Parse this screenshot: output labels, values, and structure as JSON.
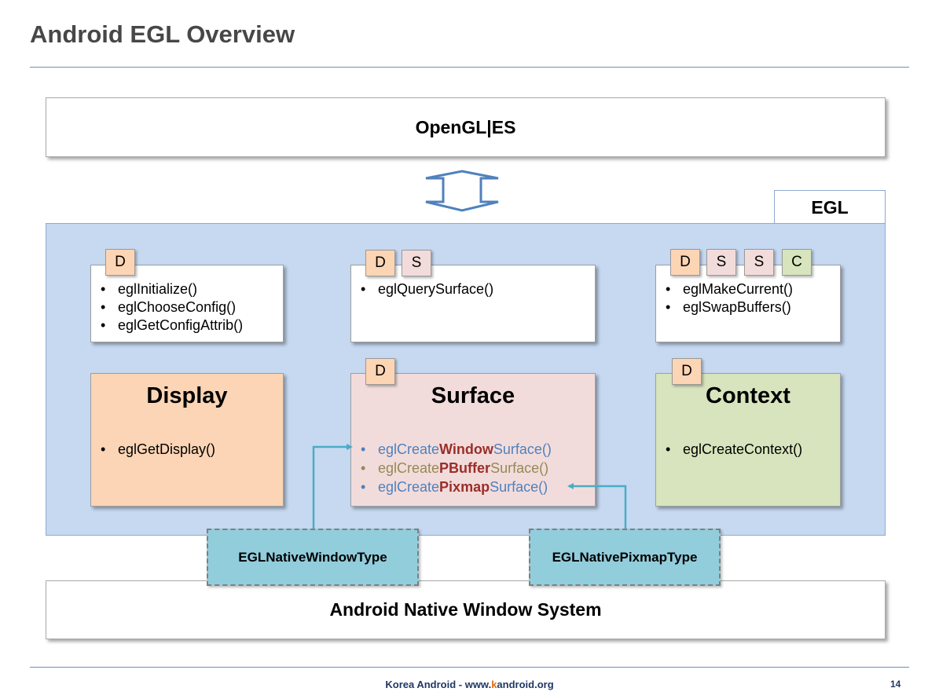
{
  "title": "Android EGL Overview",
  "opengl_label": "OpenGL|ES",
  "egl_label": "EGL",
  "native_system_label": "Android Native Window System",
  "badges": {
    "D": "D",
    "S": "S",
    "C": "C"
  },
  "function_boxes": {
    "display_fns": [
      "eglInitialize()",
      "eglChooseConfig()",
      "eglGetConfigAttrib()"
    ],
    "surface_fns": [
      "eglQuerySurface()"
    ],
    "context_fns": [
      "eglMakeCurrent()",
      "eglSwapBuffers()"
    ]
  },
  "objects": {
    "display": {
      "title": "Display",
      "fn": "eglGetDisplay()"
    },
    "surface": {
      "title": "Surface",
      "fns": [
        {
          "prefix": "eglCreate",
          "key": "Window",
          "suffix": "Surface()"
        },
        {
          "prefix": "eglCreate",
          "key": "PBuffer",
          "suffix": "Surface()"
        },
        {
          "prefix": "eglCreate",
          "key": "Pixmap",
          "suffix": "Surface()"
        }
      ]
    },
    "context": {
      "title": "Context",
      "fn": "eglCreateContext()"
    }
  },
  "native_types": {
    "window": "EGLNativeWindowType",
    "pixmap": "EGLNativePixmapType"
  },
  "footer": {
    "pre": "Korea Android - www.",
    "k": "k",
    "post": "android.org",
    "page": "14"
  },
  "colors": {
    "egl_panel": "#c6d9f1",
    "display": "#fbd5b5",
    "surface": "#f2dcdb",
    "context": "#d7e4bd",
    "native_type": "#92cddc",
    "connector": "#4bacc6",
    "arrow": "#4f81bd"
  }
}
